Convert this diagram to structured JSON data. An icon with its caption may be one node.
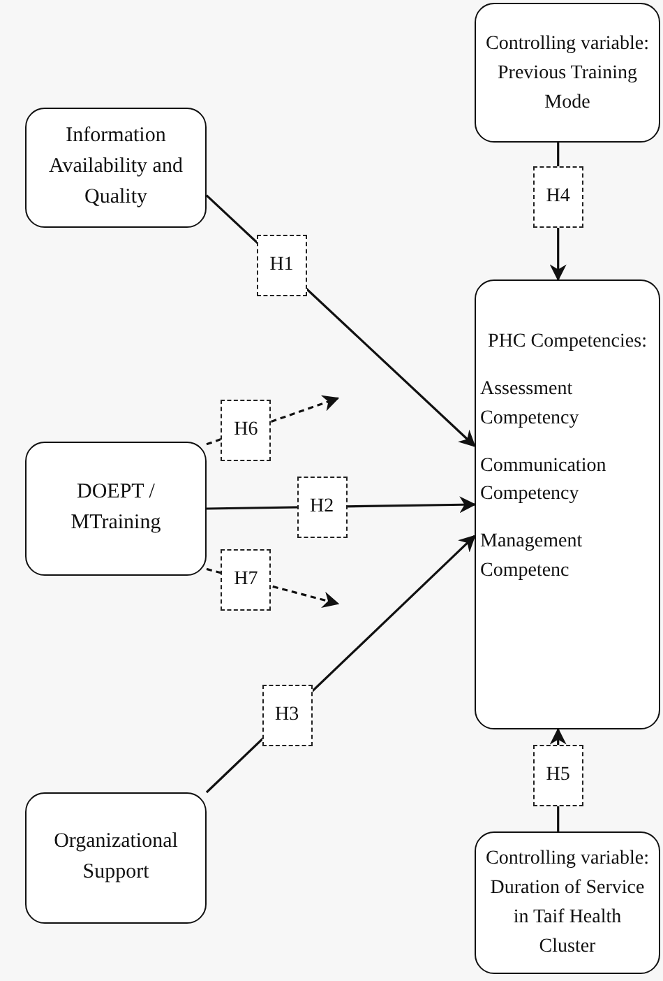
{
  "diagram": {
    "nodes": [
      {
        "text": [
          "Information Availability and Quality"
        ]
      },
      {
        "text": [
          "DOEPT / MTraining"
        ]
      },
      {
        "text": [
          "Organizational Support"
        ]
      },
      {
        "text": [
          "Controlling variable: Previous Training Mode"
        ]
      },
      {
        "text": [
          "PHC Competencies:",
          "Assessment Competency",
          "Communication Competency",
          "Management Competenc"
        ]
      },
      {
        "text": [
          "Controlling variable: Duration of Service in Taif Health Cluster"
        ]
      }
    ],
    "edges": [
      {
        "from": 0,
        "to": 4,
        "arrow": "to",
        "label": "H1"
      },
      {
        "from": 1,
        "to": 4,
        "arrow": "to",
        "label": "H2"
      },
      {
        "from": 2,
        "to": 4,
        "arrow": "to",
        "label": "H3"
      },
      {
        "from": 3,
        "to": 4,
        "arrow": "to",
        "label": "H4"
      },
      {
        "from": 5,
        "to": 4,
        "arrow": "to",
        "label": "H5"
      },
      {
        "from": 1,
        "to": null,
        "arrow": "to",
        "label": "H6",
        "style": "dashed"
      },
      {
        "from": 1,
        "to": null,
        "arrow": "to",
        "label": "H7",
        "style": "dashed"
      }
    ]
  }
}
